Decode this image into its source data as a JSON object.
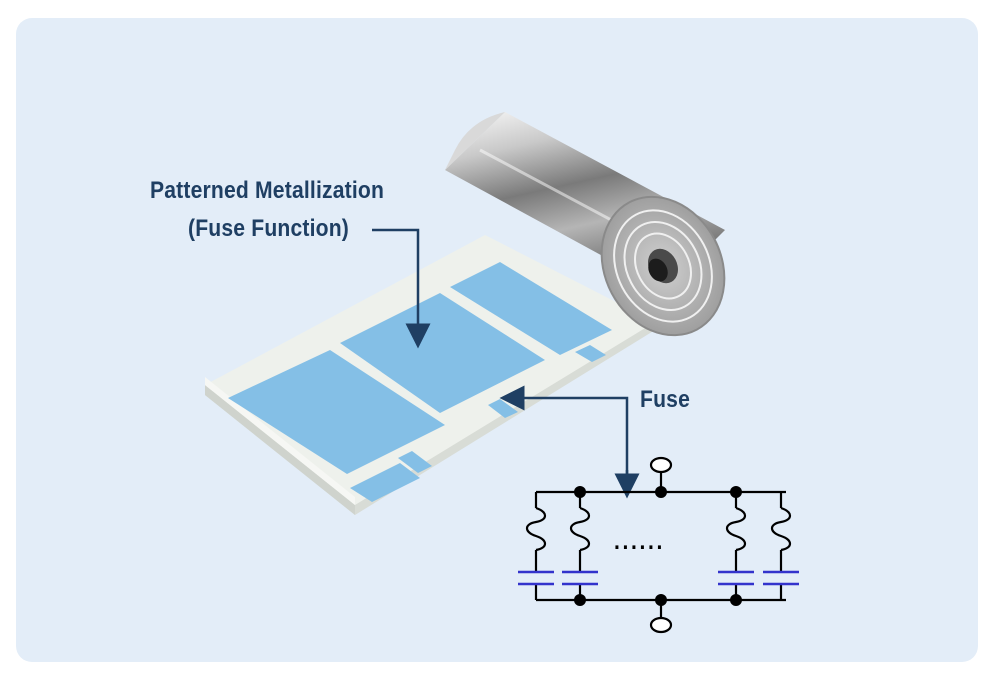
{
  "labels": {
    "metallization_line1": "Patterned Metallization",
    "metallization_line2": "(Fuse Function)",
    "fuse": "Fuse",
    "ellipsis": "......"
  },
  "colors": {
    "background": "#e3edf8",
    "label_text": "#1f3f63",
    "arrow": "#1f3f63",
    "metal_pad": "#84bfe6",
    "film": "#eef1ec",
    "capacitor": "#3333cc",
    "circuit": "#000000"
  },
  "icons": {
    "roll": "film-roll-icon",
    "terminal": "terminal-node-icon",
    "fuse": "fuse-icon",
    "capacitor": "capacitor-icon"
  }
}
